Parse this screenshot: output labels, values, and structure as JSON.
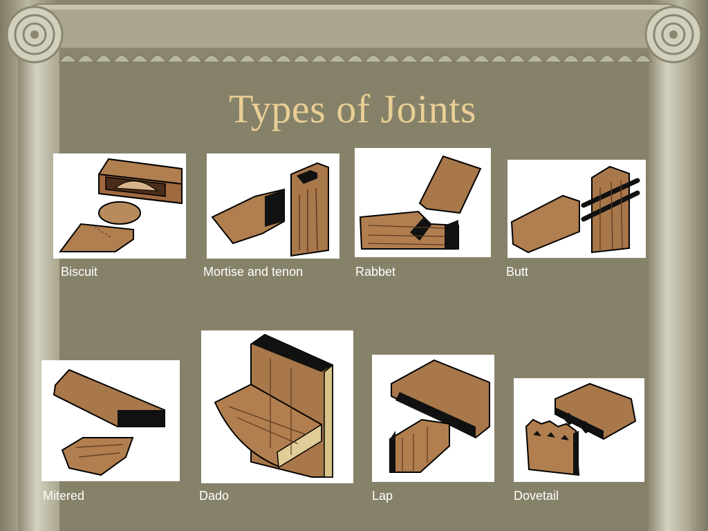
{
  "slide": {
    "title": "Types of Joints",
    "joints": [
      {
        "label": "Biscuit",
        "icon": "biscuit-joint-image"
      },
      {
        "label": "Mortise and tenon",
        "icon": "mortise-and-tenon-joint-image"
      },
      {
        "label": "Rabbet",
        "icon": "rabbet-joint-image"
      },
      {
        "label": "Butt",
        "icon": "butt-joint-image"
      },
      {
        "label": "Mitered",
        "icon": "mitered-joint-image"
      },
      {
        "label": "Dado",
        "icon": "dado-joint-image"
      },
      {
        "label": "Lap",
        "icon": "lap-joint-image"
      },
      {
        "label": "Dovetail",
        "icon": "dovetail-joint-image"
      }
    ]
  },
  "colors": {
    "background": "#868169",
    "title": "#e9cf95",
    "caption": "#ffffff",
    "wood": "#a8774a",
    "wood_dark": "#6e4a2c",
    "end_grain": "#111111"
  }
}
